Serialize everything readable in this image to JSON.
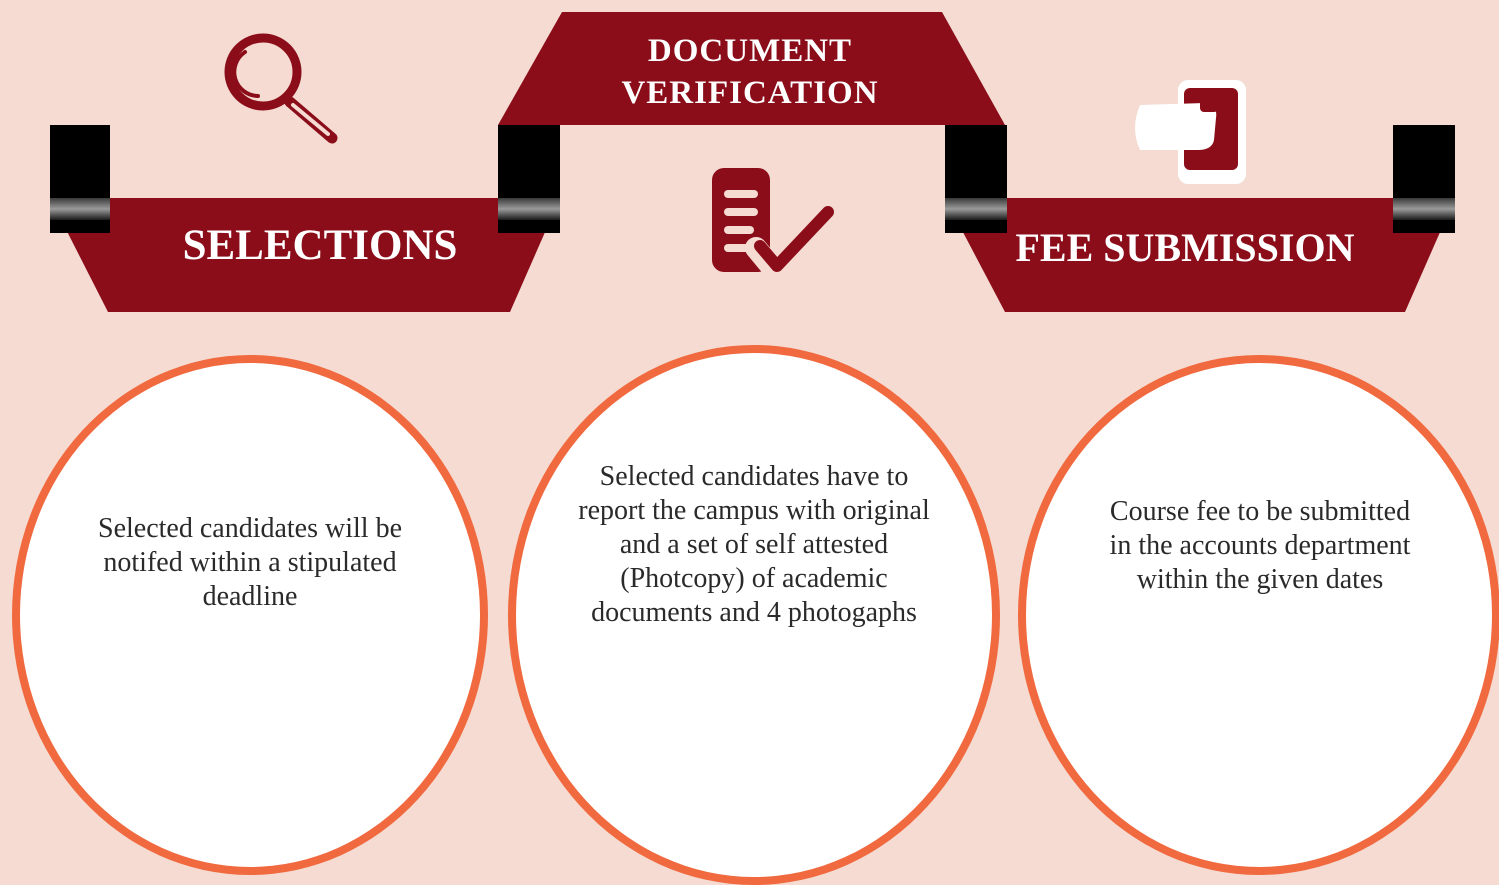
{
  "colors": {
    "background": "#f5dbd2",
    "banner": "#8b0d1a",
    "circle_border": "#f0693f",
    "circle_fill": "#ffffff",
    "tab": "#000000"
  },
  "steps": [
    {
      "title": "SELECTIONS",
      "icon": "magnifier-icon",
      "description": "Selected candidates will be notifed within a stipulated deadline"
    },
    {
      "title_line1": "DOCUMENT",
      "title_line2": "VERIFICATION",
      "icon": "document-check-icon",
      "description": "Selected candidates have to report the campus with original and a set of self attested (Photcopy) of academic documents and 4 photogaphs"
    },
    {
      "title": "FEE SUBMISSION",
      "icon": "hand-card-icon",
      "description": "Course fee to be submitted in the accounts department within the given dates"
    }
  ]
}
